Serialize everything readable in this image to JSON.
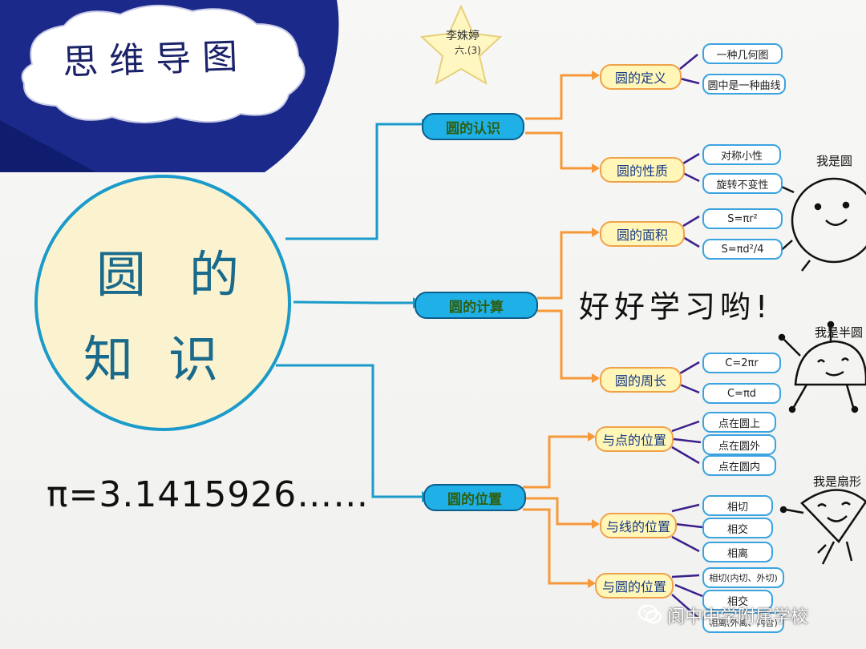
{
  "title": "思维导图",
  "author": {
    "name": "李姝婷",
    "class": "六.(3)"
  },
  "center": {
    "line1": "圆的",
    "line2": "知识"
  },
  "pi_text": "π=3.1415926……",
  "slogan": "好好学习哟!",
  "branches": [
    {
      "label": "圆的认识",
      "children": [
        {
          "label": "圆的定义",
          "leaves": [
            "一种几何图",
            "圆中是一种曲线"
          ]
        },
        {
          "label": "圆的性质",
          "leaves": [
            "对称小性",
            "旋转不变性"
          ]
        }
      ]
    },
    {
      "label": "圆的计算",
      "children": [
        {
          "label": "圆的面积",
          "leaves": [
            "S=πr²",
            "S=πd²/4"
          ]
        },
        {
          "label": "圆的周长",
          "leaves": [
            "C=2πr",
            "C=πd"
          ]
        }
      ]
    },
    {
      "label": "圆的位置",
      "children": [
        {
          "label": "与点的位置",
          "leaves": [
            "点在圆上",
            "点在圆外",
            "点在圆内"
          ]
        },
        {
          "label": "与线的位置",
          "leaves": [
            "相切",
            "相交",
            "相离"
          ]
        },
        {
          "label": "与圆的位置",
          "leaves": [
            "相切(内切、外切)",
            "相交",
            "相离(外离、内含)"
          ]
        }
      ]
    }
  ],
  "characters": [
    {
      "label": "我是圆"
    },
    {
      "label": "我是半圆"
    },
    {
      "label": "我是扇形"
    }
  ],
  "watermark": "阆中中学附属学校",
  "colors": {
    "night_blue": "#1b2a8a",
    "branch_line": "#1a9bc9",
    "sub_line": "#f5993a",
    "leaf_arrow": "#3b1f8c",
    "node1_fill": "#1fb0e8",
    "node2_fill": "#fff6b8",
    "leaf_border": "#3aa3e0"
  }
}
